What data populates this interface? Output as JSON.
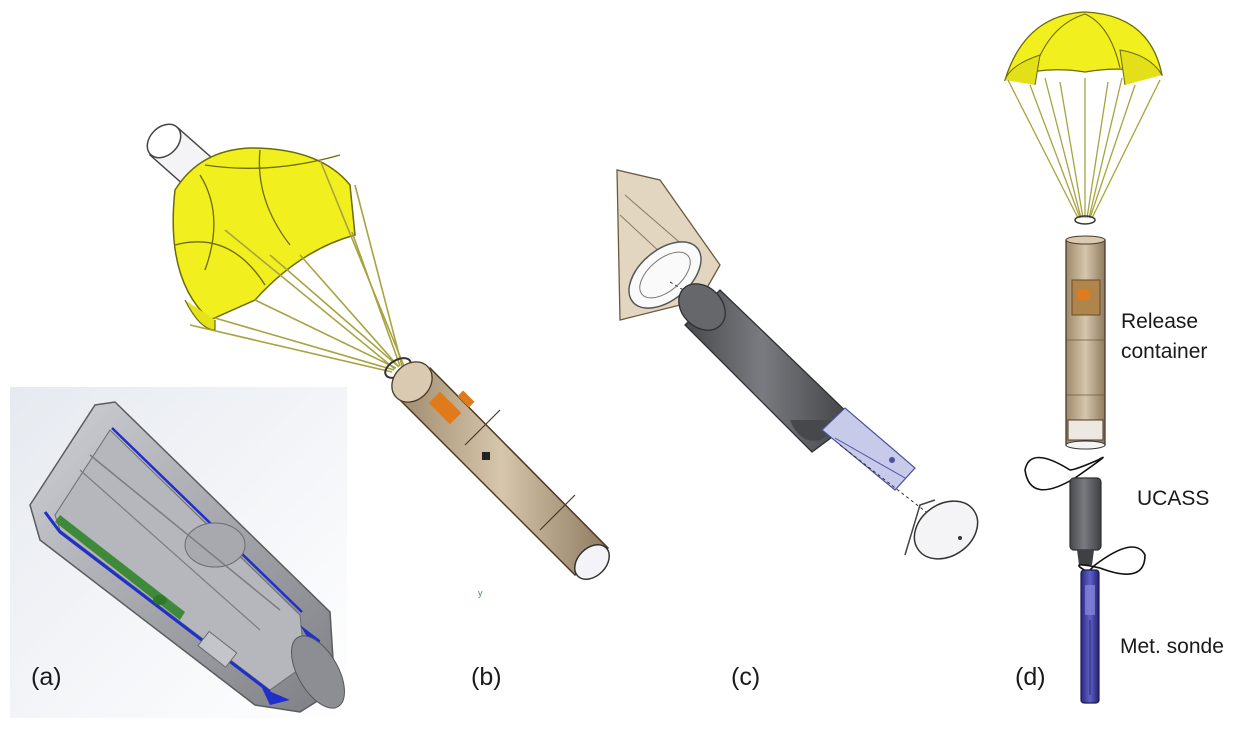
{
  "panels": {
    "a": {
      "label": "(a)"
    },
    "b": {
      "label": "(b)"
    },
    "c": {
      "label": "(c)"
    },
    "d": {
      "label": "(d)"
    }
  },
  "annotations": {
    "release_container": [
      "Release",
      "container"
    ],
    "ucass": "UCASS",
    "met_sonde": "Met. sonde"
  },
  "colors": {
    "canopy": "#f2ef1e",
    "canopy_edge": "#8d8a10",
    "container_body": "#c8b89e",
    "container_dark": "#8e7a5f",
    "ucass_body": "#5b5c60",
    "sonde": "#3a3aa0",
    "cut_model": "#9c9ea3",
    "cut_accent": "#1f2fc9",
    "cut_pcb": "#3f8a3a"
  }
}
